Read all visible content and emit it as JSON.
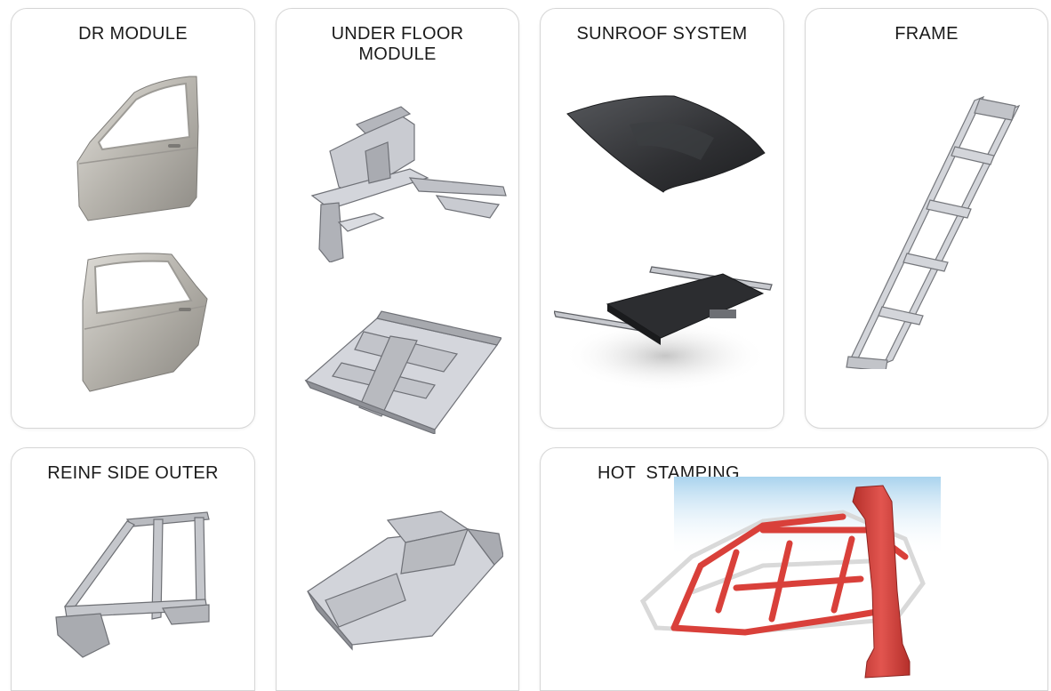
{
  "cards": {
    "dr_module": {
      "title": "DR MODULE",
      "images": [
        "front-door-panel",
        "rear-door-panel"
      ]
    },
    "under_floor_module": {
      "title": "UNDER FLOOR\nMODULE",
      "images": [
        "front-frame-structure",
        "center-floor-pan",
        "rear-floor-pan"
      ]
    },
    "sunroof_system": {
      "title": "SUNROOF SYSTEM",
      "images": [
        "sunroof-glass-panel",
        "sunroof-assembly"
      ]
    },
    "frame": {
      "title": "FRAME",
      "images": [
        "ladder-frame"
      ]
    },
    "reinf_side_outer": {
      "title": "REINF SIDE OUTER",
      "images": [
        "side-outer-reinforcement"
      ]
    },
    "hot_stamping": {
      "title": "HOT  STAMPING",
      "images": [
        "body-in-white-hot-stamped",
        "b-pillar-part"
      ]
    }
  },
  "colors": {
    "card_border": "#d6d6d6",
    "metal_light": "#cfd1d6",
    "metal_dark": "#8d8f94",
    "glass_dark": "#2f3033",
    "hot_stamp_red": "#d9403a"
  }
}
